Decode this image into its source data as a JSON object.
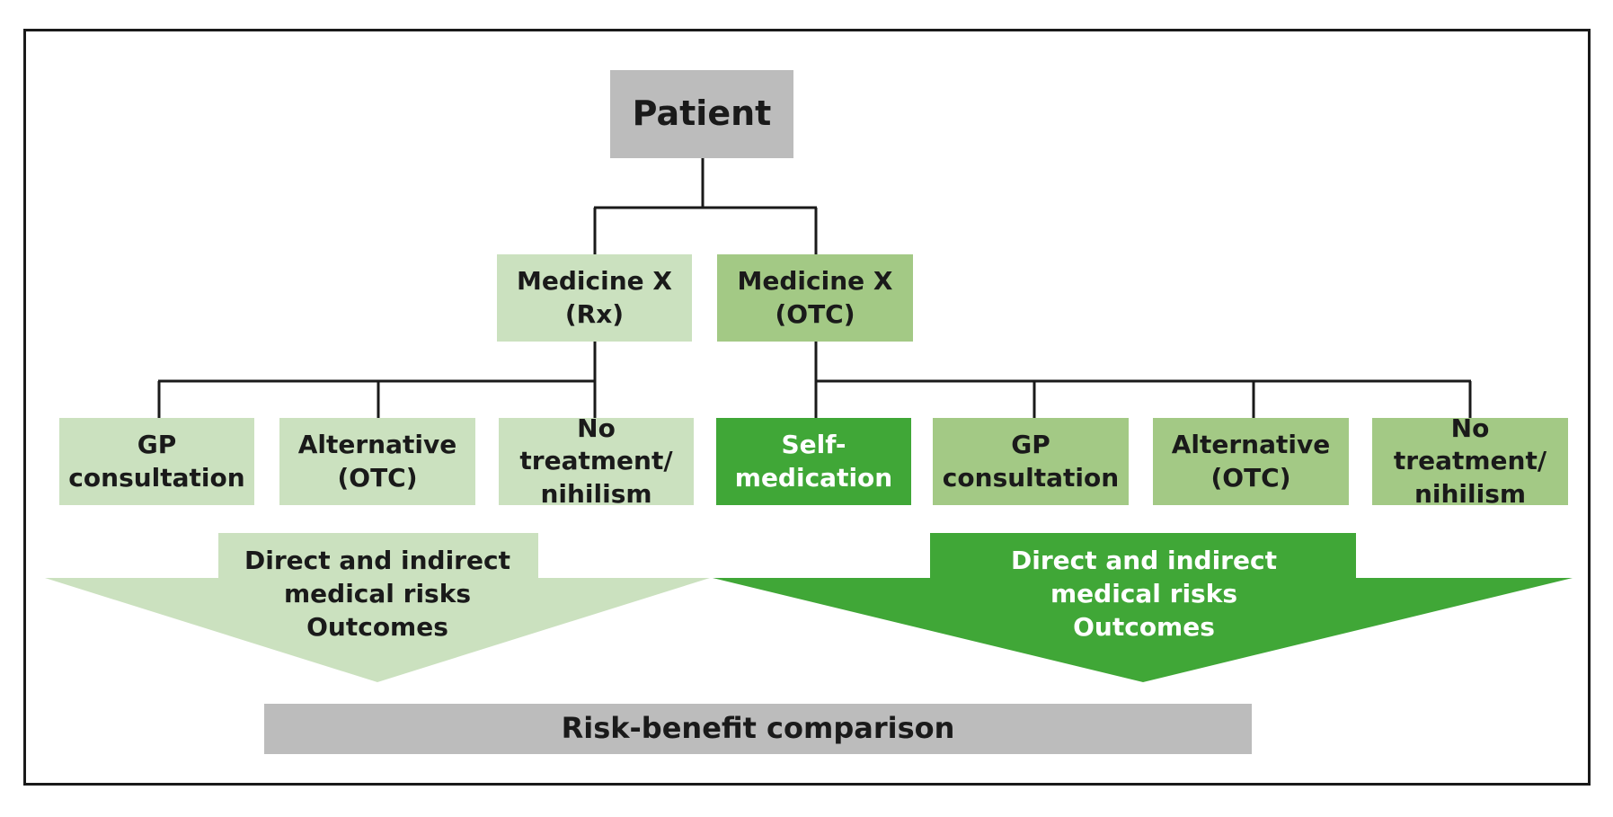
{
  "colors": {
    "grey": "#bcbcbc",
    "light_green": "#cbe1bf",
    "mid_green": "#a3c985",
    "dark_green": "#40a737",
    "line": "#1a1a1a"
  },
  "root": {
    "label": "Patient"
  },
  "rx": {
    "label": "Medicine X\n(Rx)"
  },
  "otc": {
    "label": "Medicine X\n(OTC)"
  },
  "rx_options": [
    {
      "label": "GP\nconsultation"
    },
    {
      "label": "Alternative\n(OTC)"
    },
    {
      "label": "No treatment/\nnihilism"
    }
  ],
  "otc_options": [
    {
      "label": "Self-\nmedication"
    },
    {
      "label": "GP\nconsultation"
    },
    {
      "label": "Alternative\n(OTC)"
    },
    {
      "label": "No treatment/\nnihilism"
    }
  ],
  "rx_outcome": {
    "label": "Direct and indirect\nmedical risks\nOutcomes"
  },
  "otc_outcome": {
    "label": "Direct and indirect\nmedical risks\nOutcomes"
  },
  "comparison": {
    "label": "Risk-benefit comparison"
  }
}
